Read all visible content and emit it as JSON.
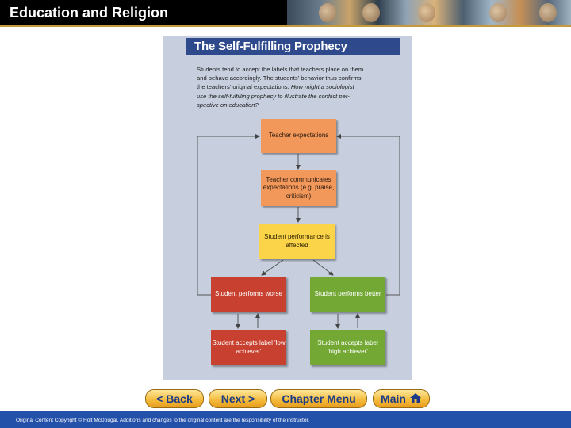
{
  "header": {
    "title": "Education and Religion"
  },
  "figure": {
    "title": "The Self-Fulfilling Prophecy",
    "caption_lines": [
      "Students tend to accept the labels that teachers place on them",
      "and behave accordingly. The students' behavior thus confirms",
      "the teachers' original expectations."
    ],
    "question_lines": [
      "How might a sociologist",
      "use the self-fulfilling prophecy to illustrate the conflict per-",
      "spective on education?"
    ],
    "boxes": {
      "teacher_expectations": "Teacher expectations",
      "teacher_communicates": "Teacher communicates expectations (e.g. praise, criticism)",
      "student_performance": "Student performance is affected",
      "performs_worse": "Student performs worse",
      "performs_better": "Student performs better",
      "label_low": "Student accepts label 'low achiever'",
      "label_high": "Student accepts label 'high achiever'"
    }
  },
  "nav": {
    "back": "< Back",
    "next": "Next >",
    "chapter_menu": "Chapter Menu",
    "main": "Main"
  },
  "footer": {
    "copyright": "Original Content Copyright © Holt McDougal. Additions and changes to the original content are the responsibility of the instructor."
  },
  "colors": {
    "header_bg": "#000000",
    "figure_bg": "#c7cfdf",
    "title_bar": "#2e4a8c",
    "orange": "#f2985a",
    "yellow": "#fcd44a",
    "red": "#c8402f",
    "green": "#72a833",
    "footer_bg": "#2350a8",
    "button": "#f4b93a"
  }
}
